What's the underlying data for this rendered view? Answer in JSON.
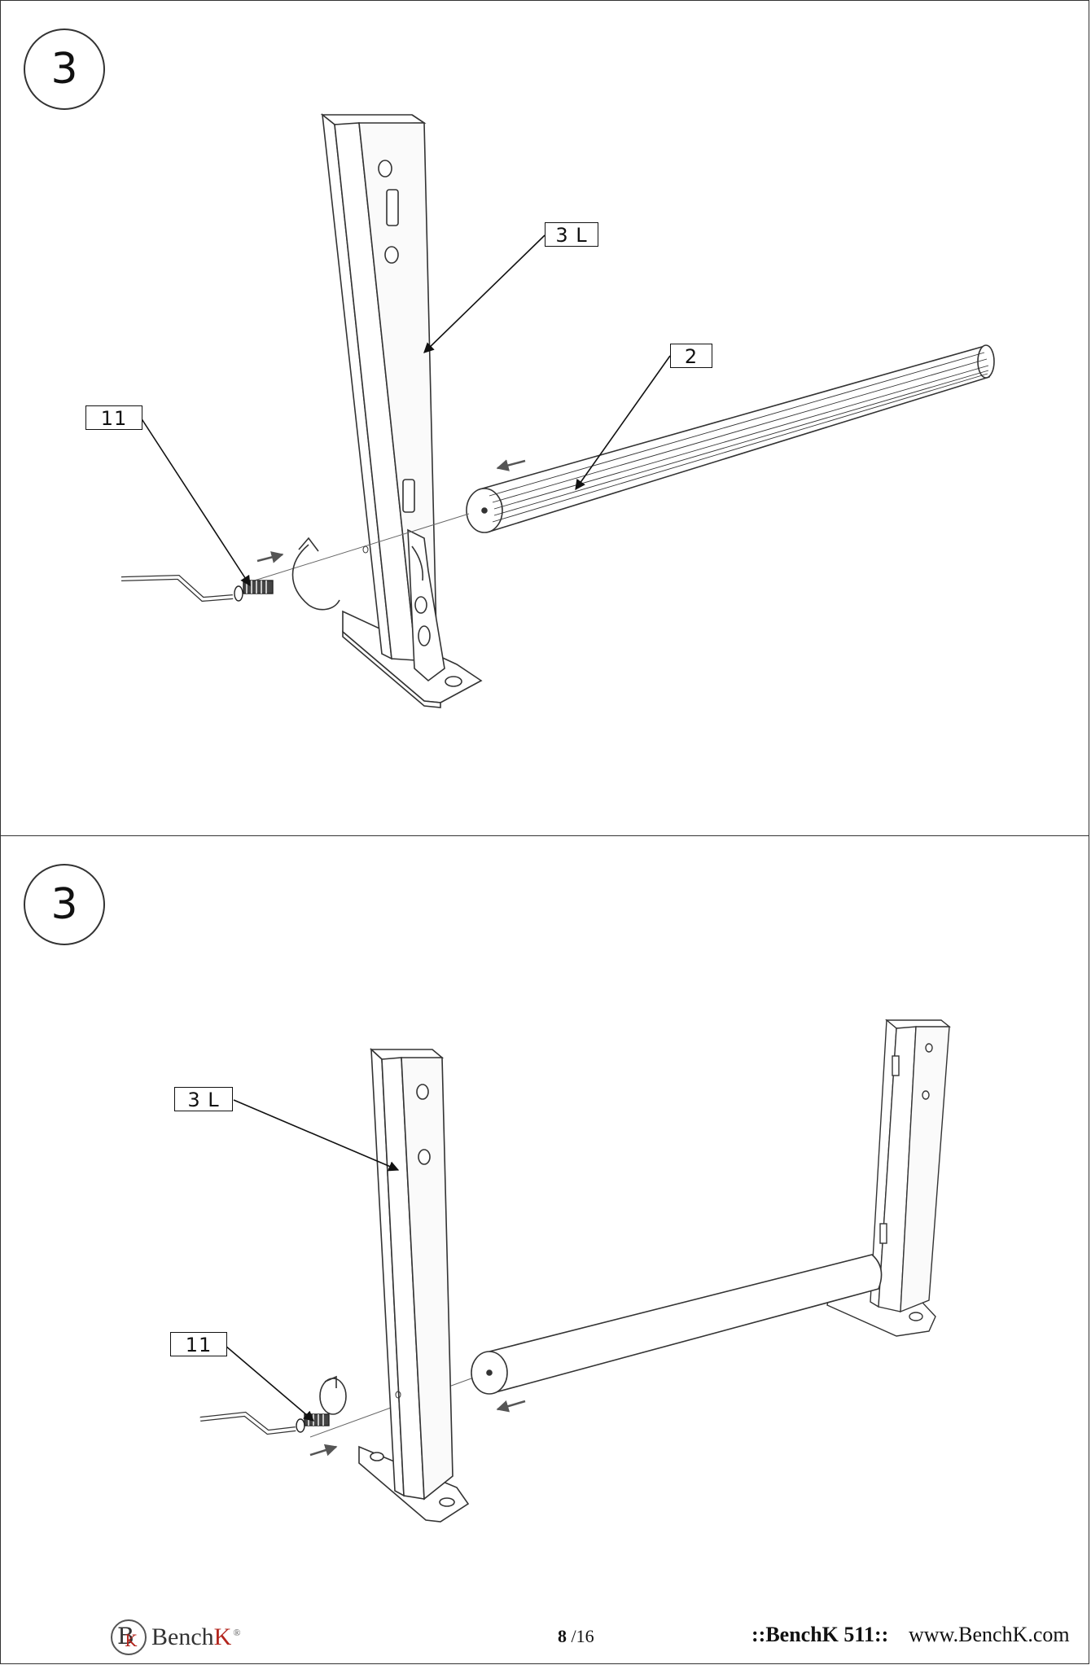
{
  "panels": [
    {
      "step": "3",
      "callouts": {
        "post": "3 L",
        "bar": "2",
        "screw": "11"
      }
    },
    {
      "step": "3",
      "callouts": {
        "post": "3 L",
        "screw": "11"
      }
    }
  ],
  "footer": {
    "brand_b": "B",
    "brand_k": "K",
    "brand_name": "Bench",
    "brand_name_accent": "K",
    "registered": "®",
    "page_current": "8",
    "page_total": "/16",
    "model": "::BenchK 511::",
    "website": "www.BenchK.com"
  },
  "colors": {
    "line": "#333333",
    "accent": "#b3261e",
    "arrow": "#555555"
  }
}
